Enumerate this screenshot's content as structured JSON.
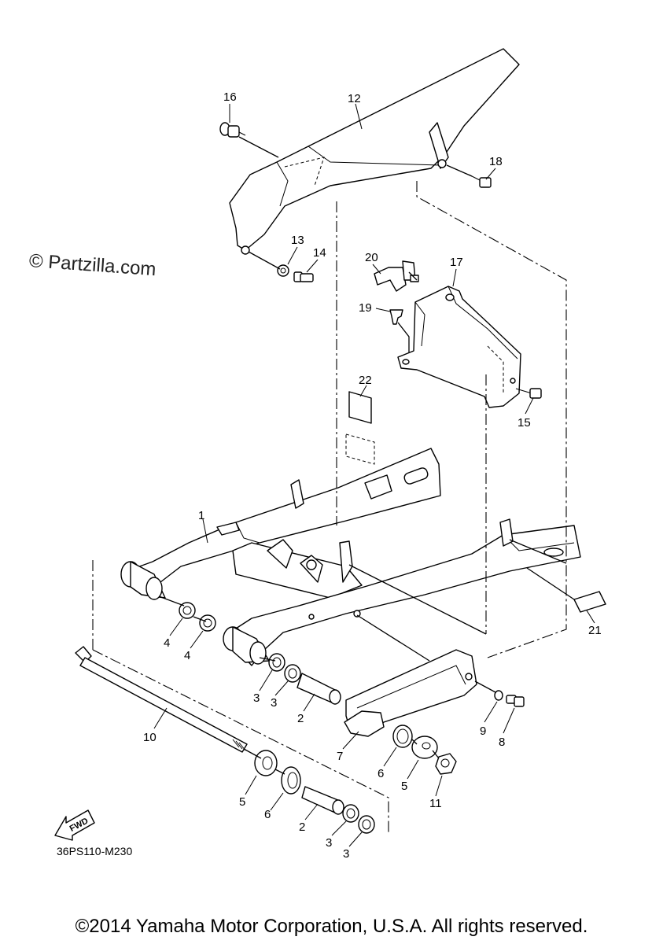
{
  "watermark": "© Partzilla.com",
  "diagram_code": "36PS110-M230",
  "copyright": "©2014 Yamaha Motor Corporation, U.S.A. All rights reserved.",
  "fwd_label": "FWD",
  "callouts": {
    "c1": "1",
    "c2a": "2",
    "c2b": "2",
    "c3a": "3",
    "c3b": "3",
    "c3c": "3",
    "c3d": "3",
    "c4a": "4",
    "c4b": "4",
    "c5a": "5",
    "c5b": "5",
    "c6a": "6",
    "c6b": "6",
    "c7": "7",
    "c8": "8",
    "c9": "9",
    "c10": "10",
    "c11": "11",
    "c12": "12",
    "c13": "13",
    "c14": "14",
    "c15": "15",
    "c16": "16",
    "c17": "17",
    "c18": "18",
    "c19": "19",
    "c20": "20",
    "c21": "21",
    "c22": "22"
  }
}
